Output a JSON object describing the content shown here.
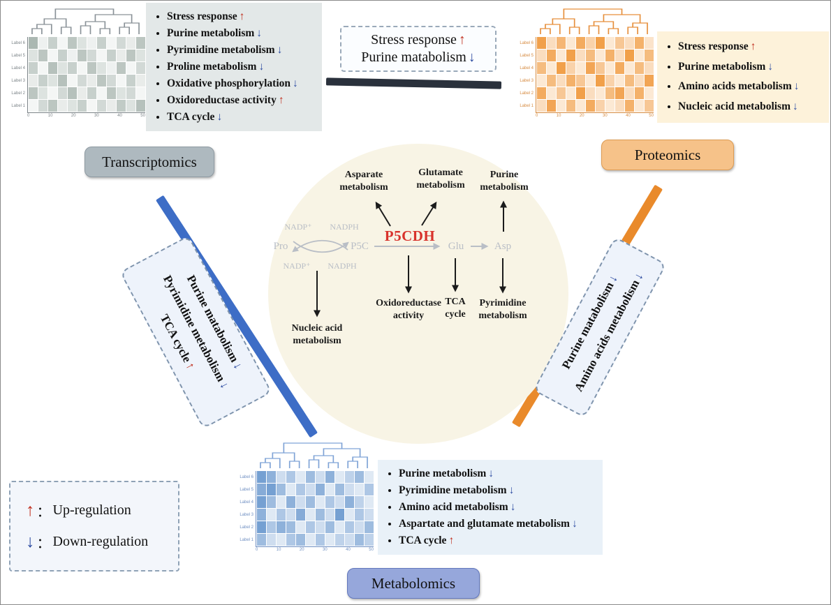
{
  "colors": {
    "up": "#c13222",
    "down": "#2b4aa0",
    "bar_blue": "#3d6dc6",
    "bar_orange": "#e98a2b",
    "bar_dark": "#2a313c",
    "circle_bg": "#f8f4e5",
    "enzyme_red": "#d8332c",
    "pathway_gray": "#b9bec6",
    "trans_list_bg": "#e3e8e8",
    "trans_title_bg": "#aeb9bf",
    "trans_title_border": "#8e9aa2",
    "prot_list_bg": "#fdf2da",
    "prot_title_bg": "#f6c289",
    "prot_title_border": "#dd9b52",
    "met_list_bg": "#e9f1f8",
    "met_title_bg": "#96a7db",
    "met_title_border": "#6277bc",
    "callout_bg": "#eef3fb",
    "callout_border": "#7f94ad",
    "legend_bg": "#f3f6fb",
    "legend_border": "#8fa2b6",
    "shared_box_bg": "#fbfdff",
    "shared_box_border": "#9aa9b9",
    "dendro_trans": "#8a9298",
    "dendro_prot": "#e68f3c",
    "dendro_met": "#7fa3d6",
    "hm_label_trans": "#7c8488",
    "hm_label_prot": "#d68a3f",
    "hm_label_met": "#6f8fc2"
  },
  "legend": {
    "items": [
      {
        "symbol": "↑",
        "cls": "reg-up",
        "separator": "：",
        "label": "Up-regulation"
      },
      {
        "symbol": "↓",
        "cls": "reg-down",
        "separator": "：",
        "label": "Down-regulation"
      }
    ]
  },
  "shared_top": {
    "items": [
      {
        "text": "Stress response",
        "arrow": "↑",
        "cls": "reg-up"
      },
      {
        "text": "Purine matabolism",
        "arrow": "↓",
        "cls": "reg-down"
      }
    ]
  },
  "left_callout": {
    "items": [
      {
        "text": "Purine matabolism",
        "arrow": "↓",
        "cls": "reg-down"
      },
      {
        "text": "Pyrimidine metabolism",
        "arrow": "↓",
        "cls": "reg-down"
      },
      {
        "text": "TCA cycle",
        "arrow": "↑",
        "cls": "reg-up"
      }
    ]
  },
  "right_callout": {
    "items": [
      {
        "text": "Purine matabolism",
        "arrow": "↓",
        "cls": "reg-down"
      },
      {
        "text": "Amino acids metabolism",
        "arrow": "↓",
        "cls": "reg-down"
      }
    ]
  },
  "transcriptomics": {
    "title": "Transcriptomics",
    "findings": [
      {
        "text": "Stress response",
        "arrow": "↑",
        "cls": "reg-up"
      },
      {
        "text": "Purine metabolism",
        "arrow": "↓",
        "cls": "reg-down"
      },
      {
        "text": "Pyrimidine metabolism",
        "arrow": "↓",
        "cls": "reg-down"
      },
      {
        "text": "Proline metabolism",
        "arrow": "↓",
        "cls": "reg-down"
      },
      {
        "text": "Oxidative phosphorylation",
        "arrow": "↓",
        "cls": "reg-down"
      },
      {
        "text": "Oxidoreductase activity",
        "arrow": "↑",
        "cls": "reg-up"
      },
      {
        "text": "TCA cycle",
        "arrow": "↓",
        "cls": "reg-down"
      }
    ],
    "heatmap": {
      "base": "#8fa098",
      "rows": [
        "Label 6",
        "Label 5",
        "Label 4",
        "Label 3",
        "Label 2",
        "Label 1"
      ],
      "xticks": [
        "0",
        "10",
        "20",
        "30",
        "40",
        "50"
      ],
      "matrix": [
        [
          0.75,
          0.15,
          0.5,
          0.1,
          0.6,
          0.3,
          0.15,
          0.5,
          0.1,
          0.4,
          0.2,
          0.6
        ],
        [
          0.3,
          0.6,
          0.1,
          0.5,
          0.15,
          0.6,
          0.4,
          0.1,
          0.5,
          0.2,
          0.6,
          0.3
        ],
        [
          0.5,
          0.1,
          0.65,
          0.3,
          0.5,
          0.1,
          0.6,
          0.3,
          0.15,
          0.6,
          0.1,
          0.4
        ],
        [
          0.2,
          0.5,
          0.3,
          0.65,
          0.1,
          0.4,
          0.2,
          0.6,
          0.4,
          0.1,
          0.5,
          0.2
        ],
        [
          0.6,
          0.3,
          0.1,
          0.4,
          0.65,
          0.2,
          0.5,
          0.1,
          0.6,
          0.3,
          0.4,
          0.1
        ],
        [
          0.1,
          0.4,
          0.6,
          0.2,
          0.3,
          0.5,
          0.1,
          0.4,
          0.2,
          0.55,
          0.3,
          0.65
        ]
      ]
    }
  },
  "proteomics": {
    "title": "Proteomics",
    "findings": [
      {
        "text": "Stress response",
        "arrow": "↑",
        "cls": "reg-up"
      },
      {
        "text": "Purine metabolism",
        "arrow": "↓",
        "cls": "reg-down"
      },
      {
        "text": "Amino acids metabolism",
        "arrow": "↓",
        "cls": "reg-down"
      },
      {
        "text": "Nucleic acid metabolism",
        "arrow": "↓",
        "cls": "reg-down"
      }
    ],
    "heatmap": {
      "base": "#ef8f2a",
      "rows": [
        "Label 6",
        "Label 5",
        "Label 4",
        "Label 3",
        "Label 2",
        "Label 1"
      ],
      "xticks": [
        "0",
        "10",
        "20",
        "30",
        "40",
        "50"
      ],
      "matrix": [
        [
          0.85,
          0.3,
          0.65,
          0.2,
          0.75,
          0.4,
          0.85,
          0.2,
          0.5,
          0.3,
          0.7,
          0.25
        ],
        [
          0.3,
          0.75,
          0.2,
          0.85,
          0.3,
          0.6,
          0.2,
          0.7,
          0.3,
          0.85,
          0.2,
          0.6
        ],
        [
          0.6,
          0.2,
          0.85,
          0.4,
          0.2,
          0.8,
          0.5,
          0.2,
          0.75,
          0.2,
          0.6,
          0.3
        ],
        [
          0.2,
          0.6,
          0.3,
          0.7,
          0.5,
          0.2,
          0.85,
          0.4,
          0.2,
          0.6,
          0.3,
          0.8
        ],
        [
          0.75,
          0.2,
          0.5,
          0.2,
          0.85,
          0.3,
          0.2,
          0.6,
          0.8,
          0.3,
          0.7,
          0.2
        ],
        [
          0.3,
          0.8,
          0.2,
          0.6,
          0.2,
          0.75,
          0.4,
          0.2,
          0.3,
          0.7,
          0.2,
          0.5
        ]
      ]
    }
  },
  "metabolomics": {
    "title": "Metabolomics",
    "findings": [
      {
        "text": "Purine metabolism",
        "arrow": "↓",
        "cls": "reg-down"
      },
      {
        "text": "Pyrimidine metabolism",
        "arrow": "↓",
        "cls": "reg-down"
      },
      {
        "text": "Amino acid metabolism",
        "arrow": "↓",
        "cls": "reg-down"
      },
      {
        "text": "Aspartate and glutamate metabolism",
        "arrow": "↓",
        "cls": "reg-down"
      },
      {
        "text": "TCA cycle",
        "arrow": "↑",
        "cls": "reg-up"
      }
    ],
    "heatmap": {
      "base": "#5d8fca",
      "rows": [
        "Label 6",
        "Label 5",
        "Label 4",
        "Label 3",
        "Label 2",
        "Label 1"
      ],
      "xticks": [
        "0",
        "10",
        "20",
        "30",
        "40",
        "50"
      ],
      "matrix": [
        [
          0.85,
          0.7,
          0.3,
          0.5,
          0.2,
          0.6,
          0.3,
          0.7,
          0.2,
          0.4,
          0.6,
          0.2
        ],
        [
          0.75,
          0.85,
          0.6,
          0.2,
          0.5,
          0.3,
          0.7,
          0.2,
          0.6,
          0.3,
          0.2,
          0.5
        ],
        [
          0.85,
          0.6,
          0.2,
          0.7,
          0.3,
          0.6,
          0.2,
          0.5,
          0.3,
          0.7,
          0.4,
          0.2
        ],
        [
          0.7,
          0.2,
          0.5,
          0.3,
          0.75,
          0.2,
          0.6,
          0.3,
          0.85,
          0.2,
          0.5,
          0.3
        ],
        [
          0.85,
          0.5,
          0.7,
          0.6,
          0.2,
          0.5,
          0.3,
          0.6,
          0.2,
          0.5,
          0.3,
          0.6
        ],
        [
          0.6,
          0.3,
          0.2,
          0.5,
          0.6,
          0.2,
          0.5,
          0.2,
          0.4,
          0.3,
          0.6,
          0.4
        ]
      ]
    }
  },
  "pathway": {
    "enzyme": "P5CDH",
    "nodes": {
      "pro": "Pro",
      "p5c": "P5C",
      "glu": "Glu",
      "asp": "Asp"
    },
    "cofactors": {
      "nadp_top": "NADP⁺",
      "nadph_top": "NADPH",
      "nadp_bottom": "NADP⁺",
      "nadph_bottom": "NADPH"
    },
    "processes": {
      "asparate": {
        "l1": "Asparate",
        "l2": "metabolism"
      },
      "glutamate": {
        "l1": "Glutamate",
        "l2": "metabolism"
      },
      "purine": {
        "l1": "Purine",
        "l2": "metabolism"
      },
      "nucleic": {
        "l1": "Nucleic acid",
        "l2": "metabolism"
      },
      "oxidoreductase": {
        "l1": "Oxidoreductase",
        "l2": "activity"
      },
      "tca": {
        "l1": "TCA",
        "l2": "cycle"
      },
      "pyrimidine": {
        "l1": "Pyrimidine",
        "l2": "metabolism"
      }
    }
  }
}
